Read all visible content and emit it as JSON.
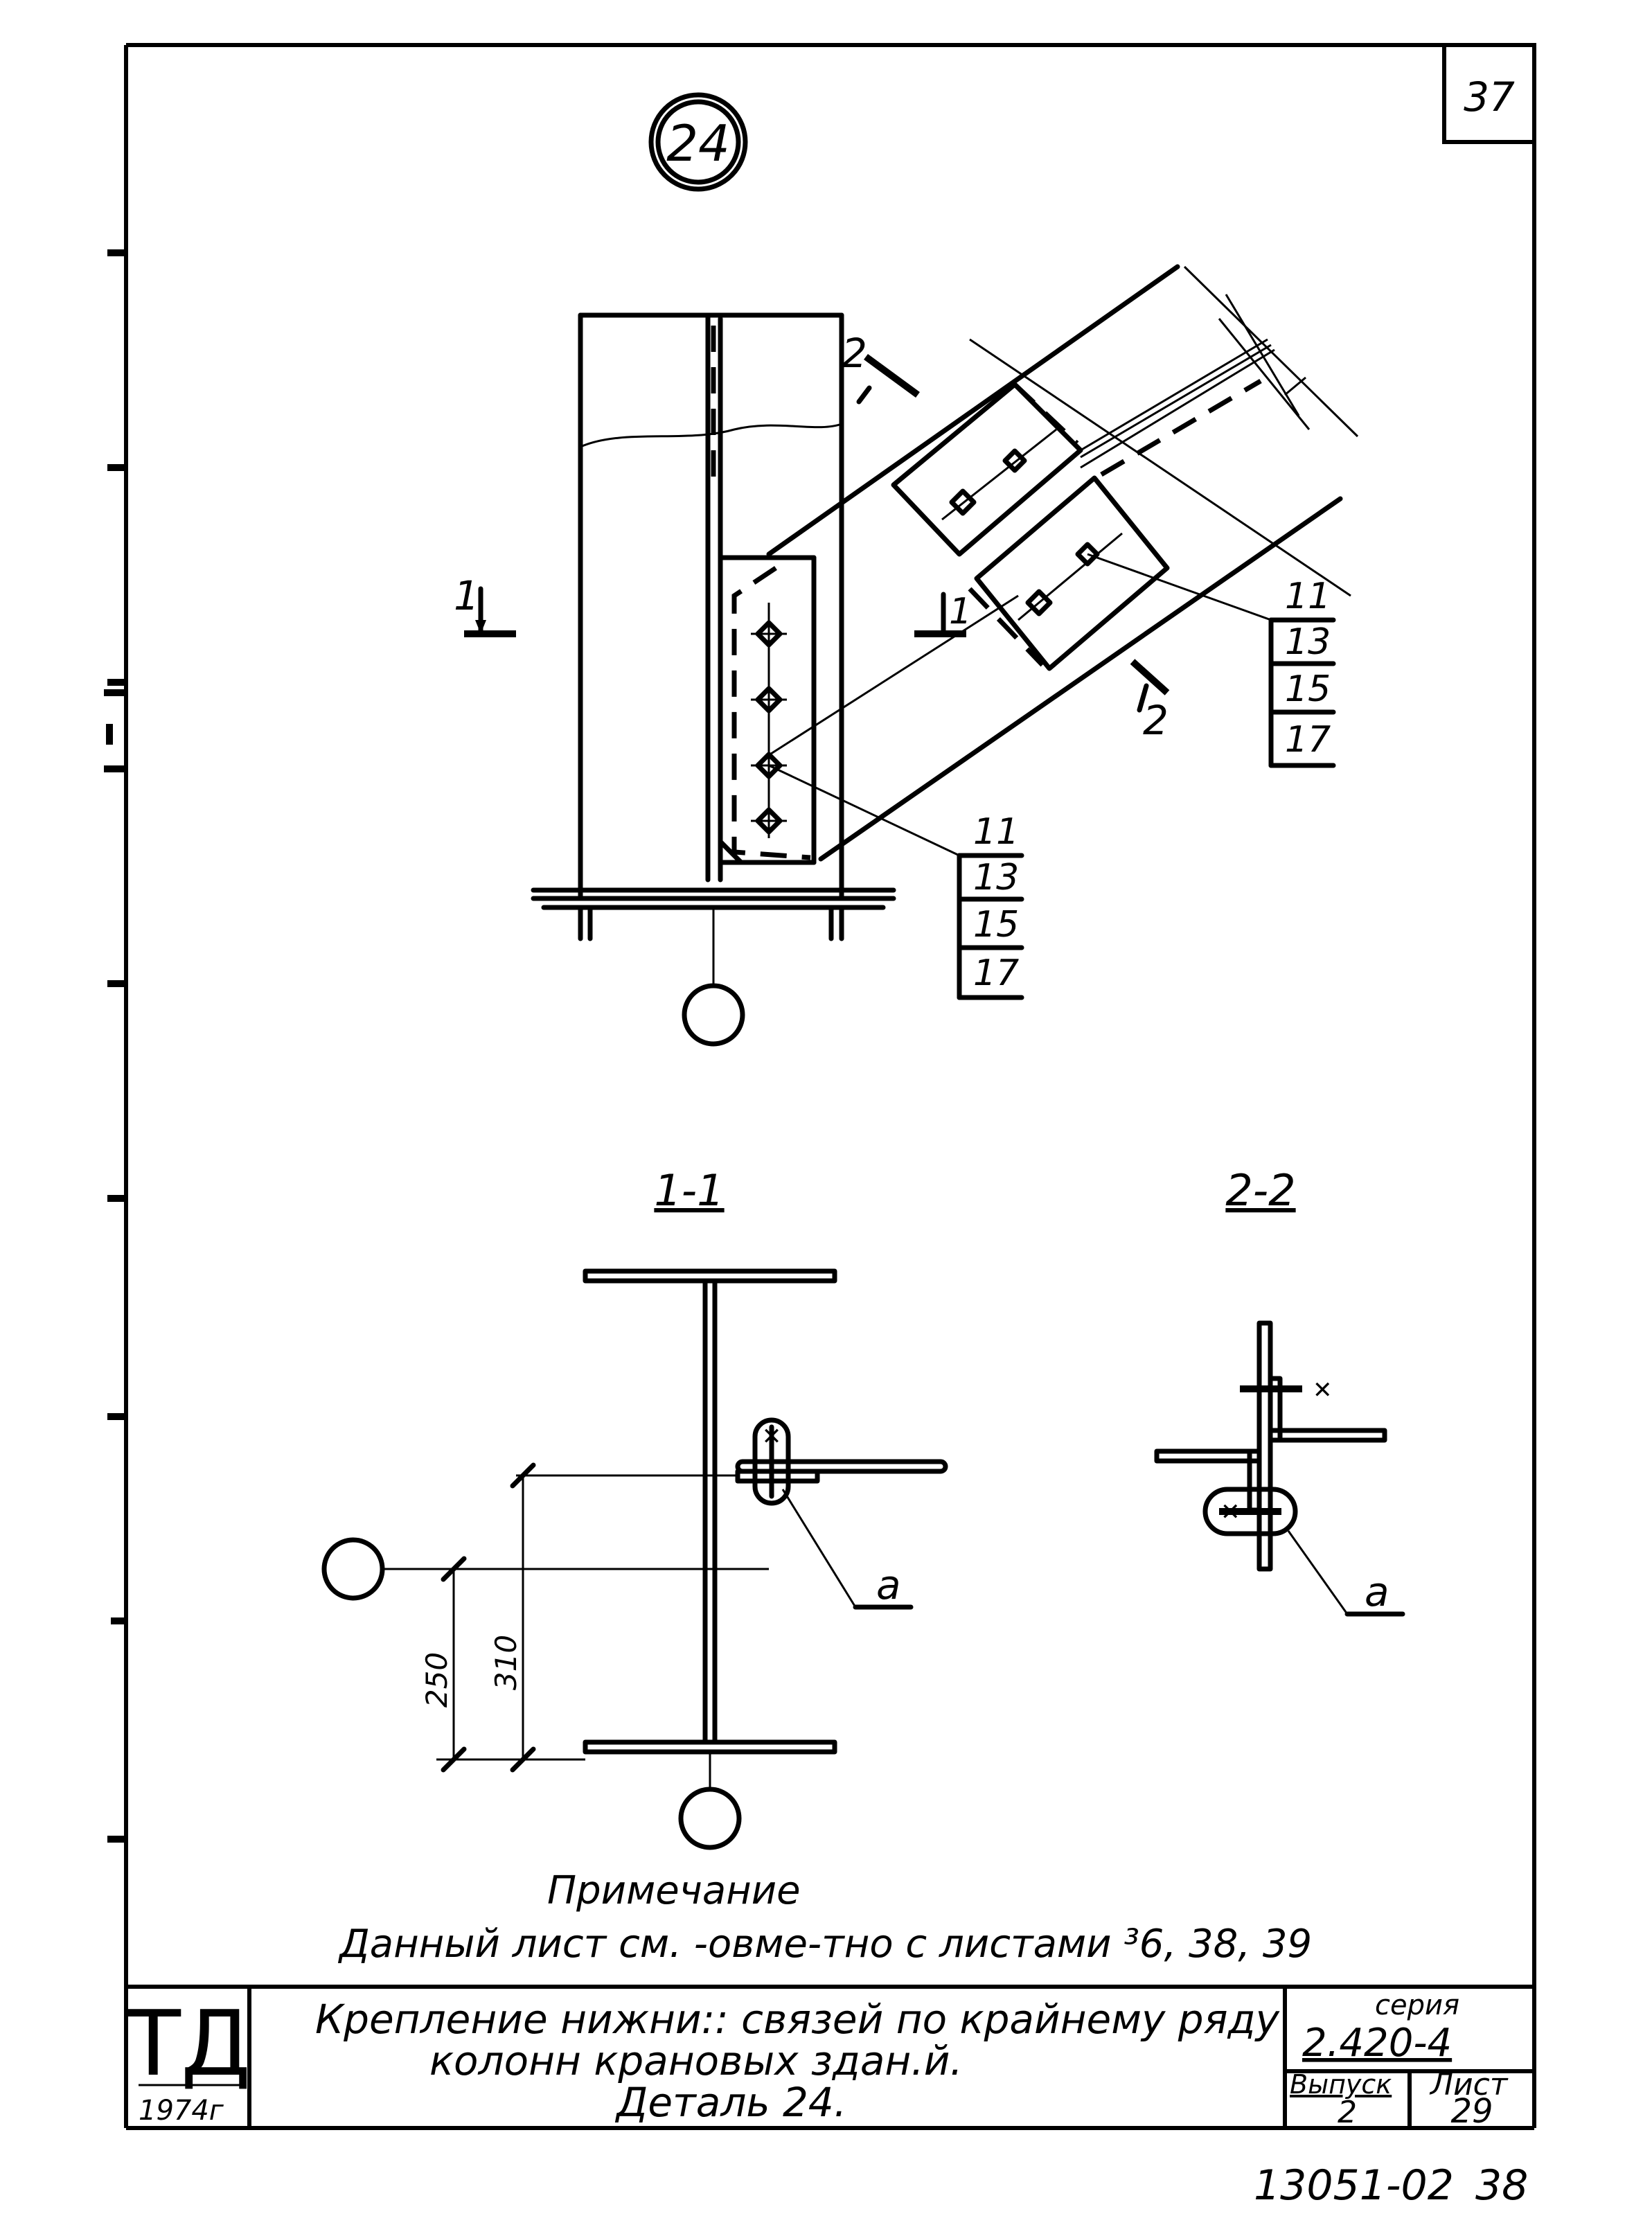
{
  "sheet": {
    "corner_number": "37",
    "detail_mark": "24",
    "bottom_code": "13051-02",
    "bottom_page": "38"
  },
  "callouts": [
    {
      "items": [
        "11",
        "13",
        "15",
        "17"
      ]
    },
    {
      "items": [
        "11",
        "13",
        "15",
        "17"
      ]
    }
  ],
  "section_marks": {
    "one": "1",
    "two": "2"
  },
  "sections": {
    "s11": {
      "title": "1-1",
      "dim_outer": "310",
      "dim_inner": "250",
      "weld_label": "а"
    },
    "s22": {
      "title": "2-2",
      "weld_label": "а"
    }
  },
  "note": {
    "heading": "Примечание",
    "text": "Данный лист см. -овме-тно с листами ³6, 38, 39"
  },
  "title_block": {
    "logo": "ТД",
    "year": "1974г",
    "title_lines": [
      "Крепление нижни:: связей по крайнему ряду",
      "колонн крановых здан.й.",
      "Деталь 24."
    ],
    "series_label": "серия",
    "series_value": "2.420-4",
    "issue_label": "Выпуск",
    "issue_value": "2",
    "sheet_label": "Лист",
    "sheet_value": "29"
  }
}
